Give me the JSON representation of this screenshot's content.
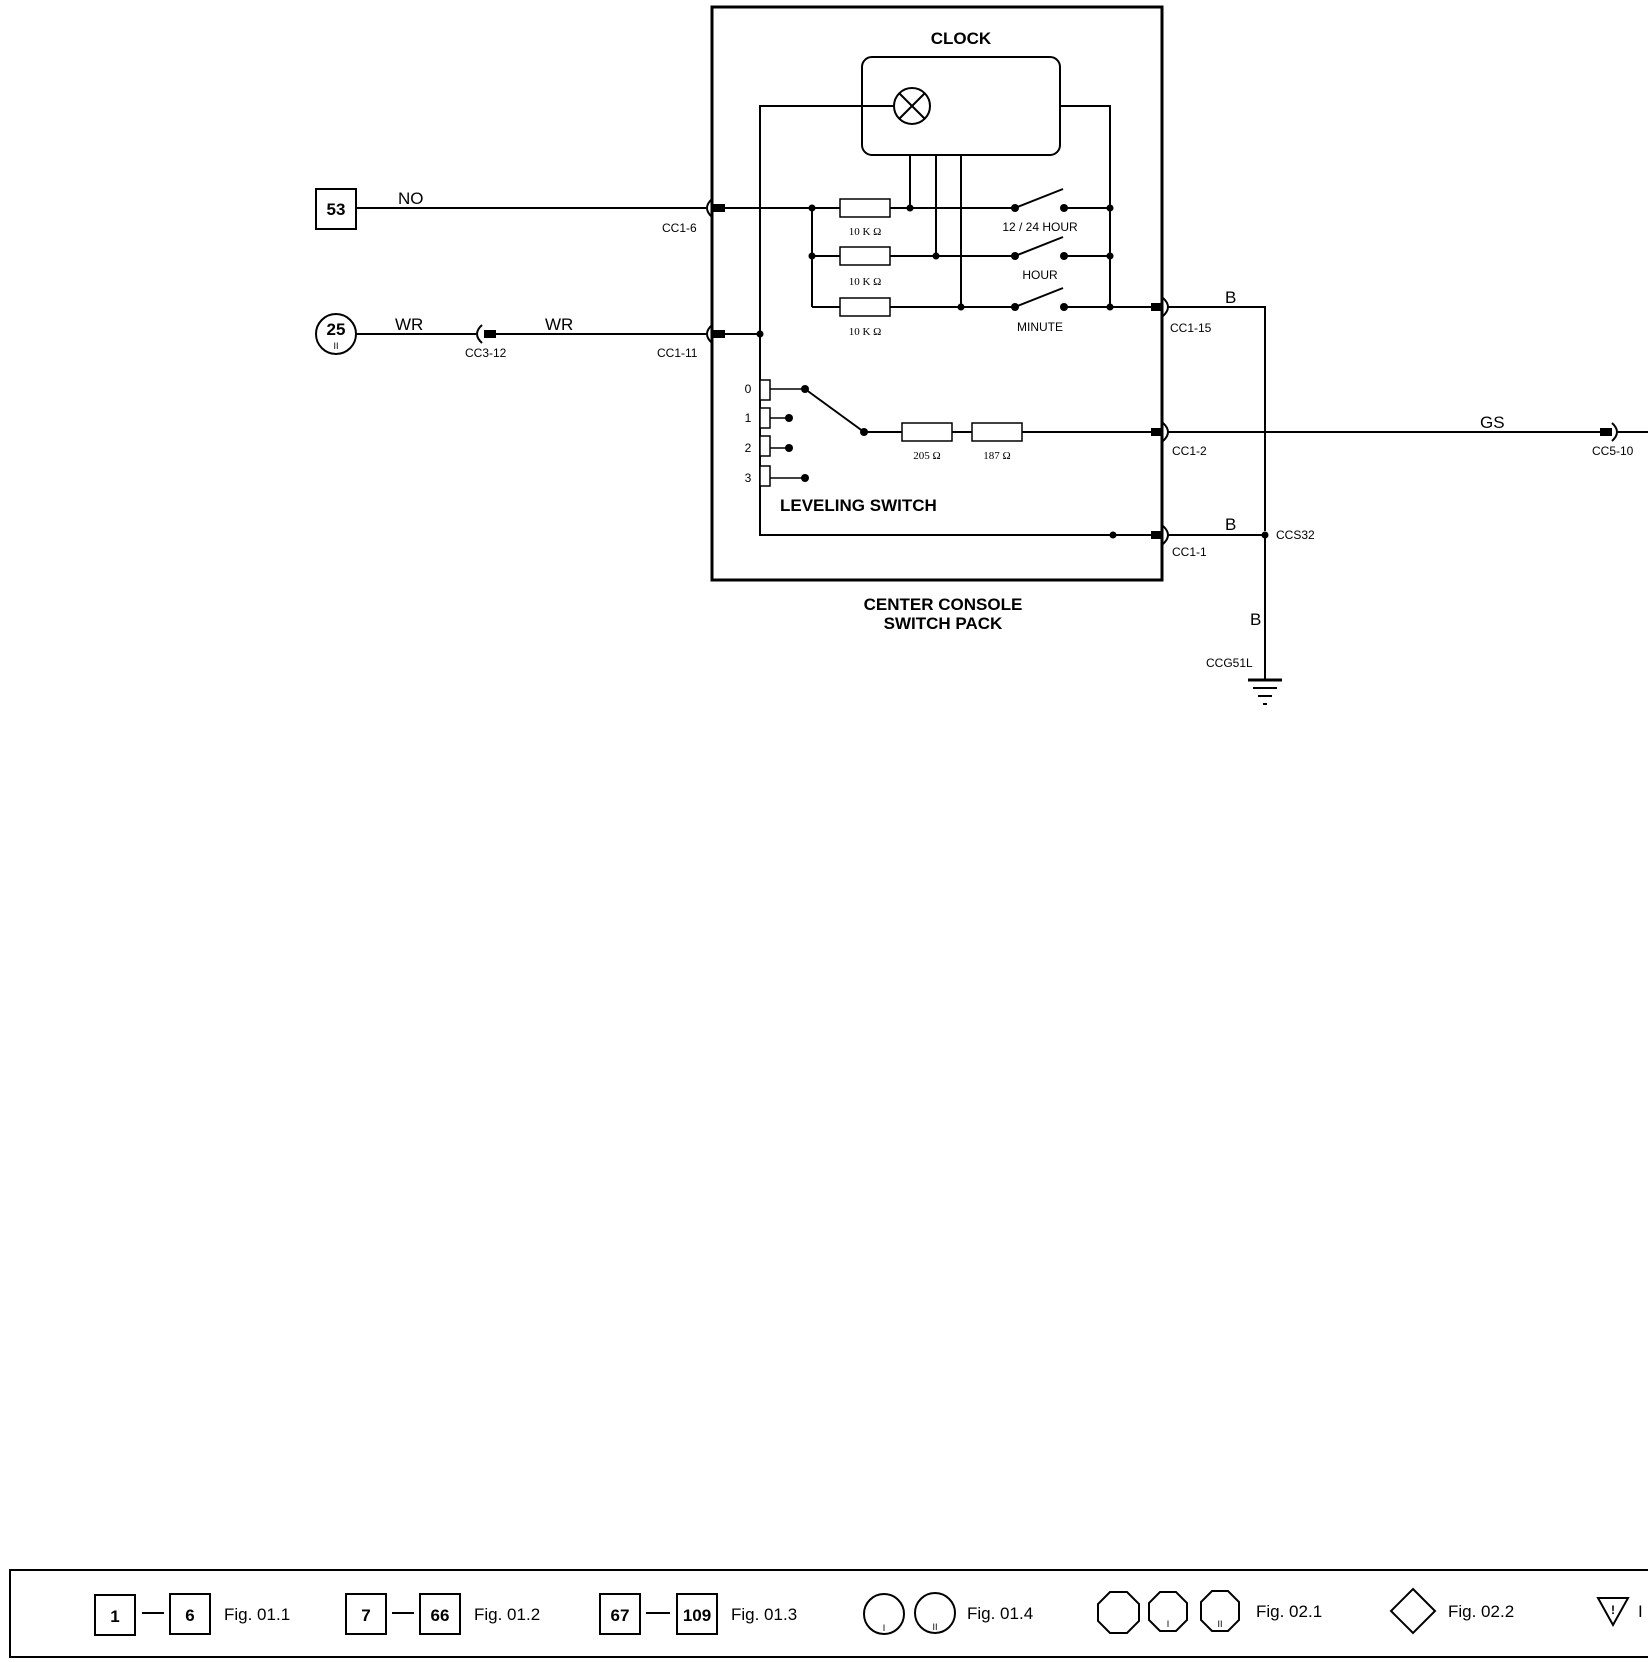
{
  "clock": {
    "title": "CLOCK"
  },
  "module": {
    "title_line1": "CENTER CONSOLE",
    "title_line2": "SWITCH PACK"
  },
  "leveling": {
    "title": "LEVELING SWITCH",
    "positions": [
      "0",
      "1",
      "2",
      "3"
    ]
  },
  "inputs": {
    "ref_53": "53",
    "ref_25": "25",
    "ref_25_sub": "II"
  },
  "wires": {
    "no": "NO",
    "wr1": "WR",
    "wr2": "WR",
    "b_top": "B",
    "b_mid": "B",
    "b_vert": "B",
    "gs": "GS"
  },
  "connectors": {
    "cc1_6": "CC1-6",
    "cc1_11": "CC1-11",
    "cc3_12": "CC3-12",
    "cc1_15": "CC1-15",
    "cc1_2": "CC1-2",
    "cc1_1": "CC1-1",
    "ccs32": "CCS32",
    "ccg51l": "CCG51L",
    "cc5_10": "CC5-10"
  },
  "resistors": {
    "r1": "10 K Ω",
    "r2": "10 K Ω",
    "r3": "10 K Ω",
    "r4": "205 Ω",
    "r5": "187 Ω"
  },
  "switches": {
    "s1224": "12 / 24 HOUR",
    "hour": "HOUR",
    "minute": "MINUTE"
  },
  "legend": {
    "items": [
      {
        "from": "1",
        "to": "6",
        "fig": "Fig. 01.1"
      },
      {
        "from": "7",
        "to": "66",
        "fig": "Fig. 01.2"
      },
      {
        "from": "67",
        "to": "109",
        "fig": "Fig. 01.3"
      }
    ],
    "circle_sub1": "I",
    "circle_sub2": "II",
    "circles_fig": "Fig. 01.4",
    "oct_sub1": "I",
    "oct_sub2": "II",
    "octagons_fig": "Fig. 02.1",
    "diamond_fig": "Fig. 02.2",
    "triangle_mark": "!",
    "triangle_fig_partial": "I"
  }
}
